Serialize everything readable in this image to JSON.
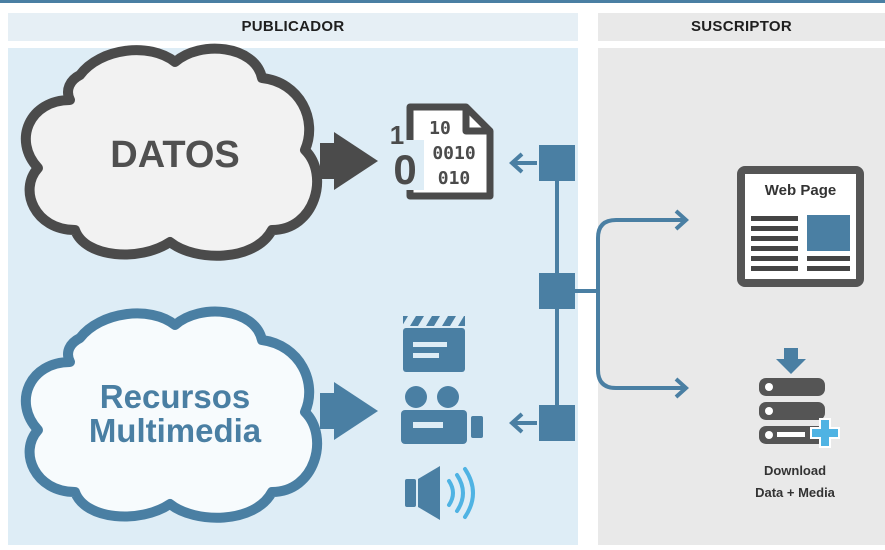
{
  "header": {
    "publisher": "PUBLICADOR",
    "subscriber": "SUSCRIPTOR"
  },
  "clouds": {
    "data": "DATOS",
    "media_line1": "Recursos",
    "media_line2": "Multimedia"
  },
  "binary": {
    "one": "1",
    "zero": "0",
    "row1": "10",
    "row2": "0010",
    "row3": "010"
  },
  "subscriber": {
    "webpage_label": "Web Page",
    "download_line1": "Download",
    "download_line2": "Data + Media"
  },
  "colors": {
    "accent": "#4a7fa3",
    "publisher_bg": "#deedf6",
    "subscriber_bg": "#e9e9e9",
    "dark_gray": "#4b4b4b",
    "light_blue_plus": "#4fb3e3"
  },
  "icons": [
    "cloud-icon",
    "data-file-icon",
    "clapperboard-icon",
    "video-camera-icon",
    "speaker-icon",
    "web-page-icon",
    "server-download-icon"
  ]
}
